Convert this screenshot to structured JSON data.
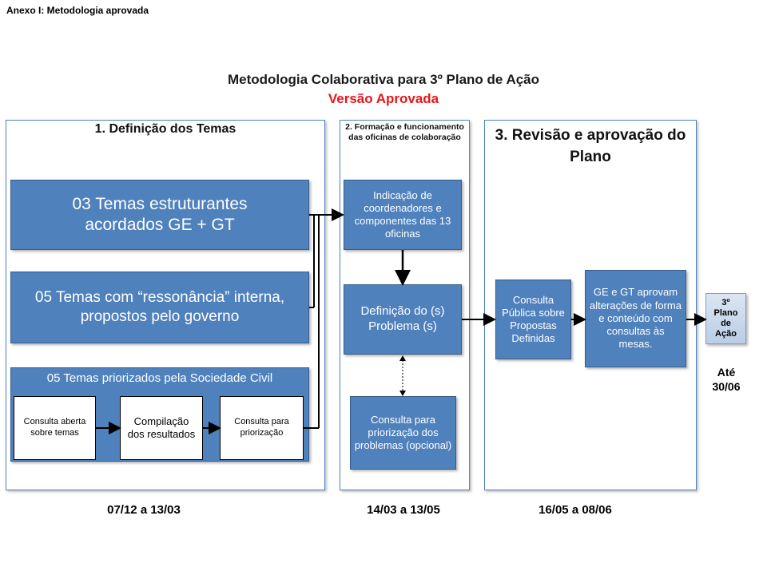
{
  "annex": "Anexo I: Metodologia aprovada",
  "title": "Metodologia Colaborativa para 3º Plano de Ação",
  "subtitle": "Versão Aprovada",
  "phase1": {
    "heading": "1. Definição dos Temas",
    "box_a": "03 Temas estruturantes acordados GE + GT",
    "box_b": "05 Temas com “ressonância” interna,  propostos pelo governo",
    "box_c_title": "05 Temas priorizados pela Sociedade Civil",
    "steps": [
      "Consulta aberta sobre temas",
      "Compilação dos resultados",
      "Consulta para priorização"
    ],
    "date": "07/12 a 13/03"
  },
  "phase2": {
    "heading": "2. Formação e funcionamento das oficinas de colaboração",
    "box_a": "Indicação de coordenadores e componentes das 13 oficinas",
    "box_b": "Definição do (s) Problema (s)",
    "box_c": "Consulta para priorização dos problemas (opcional)",
    "date": "14/03 a 13/05"
  },
  "phase3": {
    "heading": "3. Revisão e aprovação do Plano",
    "box_a": "Consulta Pública sobre Propostas Definidas",
    "box_b": "GE e GT aprovam alterações de forma e conteúdo com consultas às mesas.",
    "date": "16/05 a 08/06"
  },
  "final": {
    "label": "3º Plano de Ação",
    "deadline": "Até 30/06"
  },
  "colors": {
    "accent": "#4f81bd",
    "title_red": "#e8151b"
  }
}
